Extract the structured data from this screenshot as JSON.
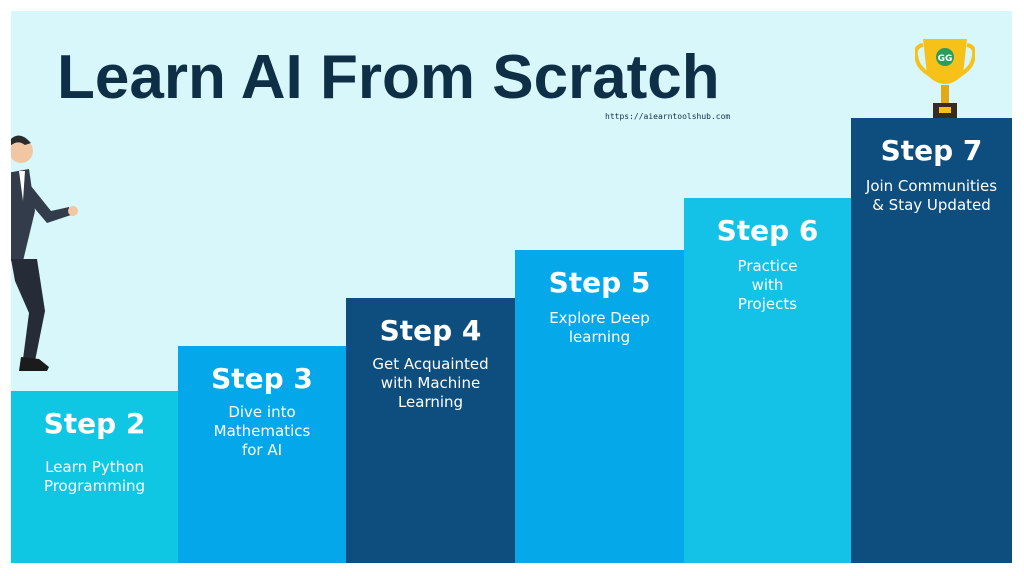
{
  "title": "Learn AI From Scratch",
  "url": "https://aiearntoolshub.com",
  "steps": [
    {
      "label": "Step 2",
      "desc": "Learn Python Programming",
      "color": "#0fc6e3"
    },
    {
      "label": "Step 3",
      "desc": "Dive into Mathematics for AI",
      "color": "#04a8ea"
    },
    {
      "label": "Step 4",
      "desc": "Get Acquainted with Machine Learning",
      "color": "#0d4e7e"
    },
    {
      "label": "Step 5",
      "desc": "Explore Deep learning",
      "color": "#05a9ea"
    },
    {
      "label": "Step 6",
      "desc": "Practice with Projects",
      "color": "#13c2e6"
    },
    {
      "label": "Step 7",
      "desc": "Join Communities & Stay Updated",
      "color": "#0d4e7e"
    }
  ],
  "trophy_logo": "GG"
}
